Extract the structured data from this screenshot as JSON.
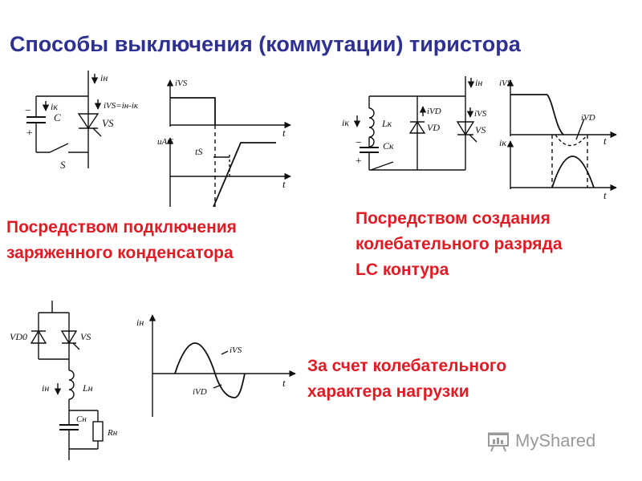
{
  "title": "Способы выключения (коммутации) тиристора",
  "captions": {
    "capacitor": [
      "Посредством подключения",
      "заряженного конденсатора"
    ],
    "lc": [
      "Посредством создания",
      "колебательного разряда",
      "LC контура"
    ],
    "load": [
      "За счет колебательного",
      "характера нагрузки"
    ]
  },
  "circuit1": {
    "i_load": "iн",
    "i_cap": "iк",
    "i_vs": "iVS=iн-iк",
    "cap": "C",
    "thyristor": "VS",
    "switch": "S",
    "minus": "−",
    "plus": "+"
  },
  "graph1": {
    "y_top": "iVS",
    "y_bottom": "uAC",
    "t": "t",
    "ts": "tS"
  },
  "circuit2": {
    "i_load": "iн",
    "i_cap": "iк",
    "inductor": "Lк",
    "cap": "Cк",
    "i_vd": "iVD",
    "i_vs": "iVS",
    "diode": "VD",
    "thyristor": "VS",
    "minus": "−",
    "plus": "+"
  },
  "graph2": {
    "y_top": "iVS",
    "y_bottom": "iк",
    "t": "t",
    "i_vd": "iVD"
  },
  "circuit3": {
    "diode": "VD0",
    "thyristor": "VS",
    "i_load": "iн",
    "inductor": "Lн",
    "cap": "Cн",
    "resistor": "Rн"
  },
  "graph3": {
    "y": "iн",
    "t": "t",
    "i_vs": "iVS",
    "i_vd": "iVD"
  },
  "watermark": {
    "text": "MyShared",
    "icon": "presentation-board-icon"
  },
  "colors": {
    "title": "#2e3192",
    "caption": "#e01b24",
    "line": "#111111",
    "watermark": "#9a9a9a"
  }
}
